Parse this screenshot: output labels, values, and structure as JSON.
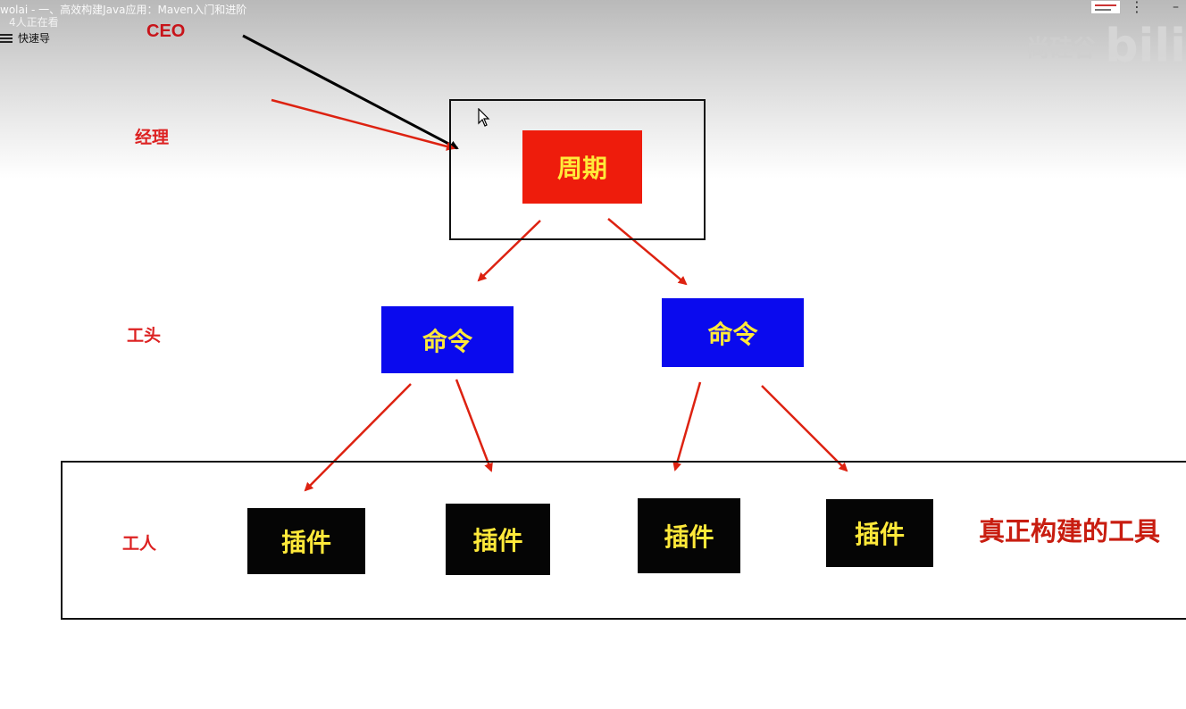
{
  "window": {
    "title": "wolai - 一、高效构建Java应用：Maven入门和进阶",
    "viewers": "4人正在看",
    "quick_nav_label": "快速导"
  },
  "icons": {
    "menu": "hamburger-icon",
    "thumbnail": "slide-thumbnail-icon",
    "more": "more-vertical-icon",
    "minimize": "minimize-icon",
    "cursor": "mouse-pointer-icon"
  },
  "watermark": {
    "text": "尚硅谷",
    "brand": "bili"
  },
  "diagram": {
    "labels": {
      "ceo": "CEO",
      "manager": "经理",
      "foreman": "工头",
      "worker": "工人"
    },
    "lifecycle": "周期",
    "commands": [
      "命令",
      "命令"
    ],
    "plugins": [
      "插件",
      "插件",
      "插件",
      "插件"
    ],
    "note": "真正构建的工具"
  },
  "colors": {
    "label_red": "#d22222",
    "lifecycle_bg": "#ee1c0c",
    "command_bg": "#0a0aee",
    "plugin_bg": "#050505",
    "node_text": "#ffe93a",
    "arrow_red": "#dd2211",
    "arrow_black": "#000000"
  }
}
